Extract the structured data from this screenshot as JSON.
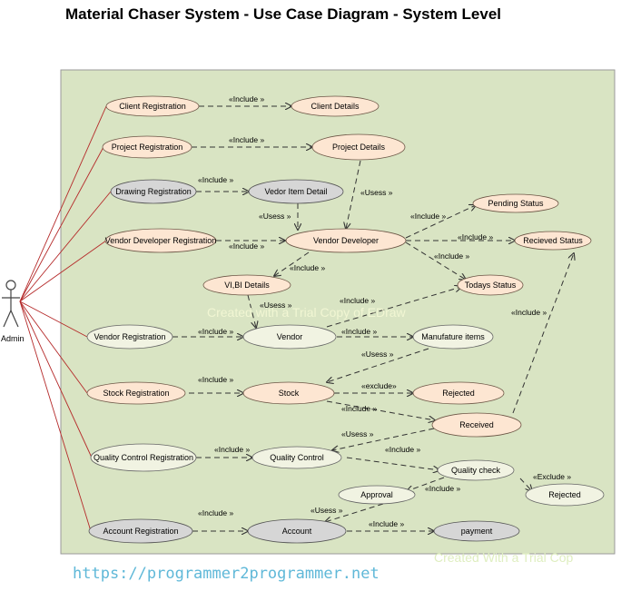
{
  "title": "Material Chaser System - Use Case Diagram - System Level",
  "footer_url": "https://programmer2programmer.net",
  "watermarks": {
    "center": "Created with a Trial Copy of EDraw",
    "bottom": "Created With a Trial Cop"
  },
  "actor": {
    "label": "Admin"
  },
  "use_cases": {
    "client_registration": "Client Registration",
    "client_details": "Client Details",
    "project_registration": "Project Registration",
    "project_details": "Project Details",
    "drawing_registration": "Drawing Registration",
    "vedor_item_detail": "Vedor Item Detail",
    "vendor_developer_registration": "Vendor Developer Registration",
    "vendor_developer": "Vendor Developer",
    "pending_status": "Pending Status",
    "recieved_status": "Recieved Status",
    "todays_status": "Todays Status",
    "vibi_details": "VI,BI Details",
    "vendor_registration": "Vendor Registration",
    "vendor": "Vendor",
    "manufature_items": "Manufature items",
    "stock_registration": "Stock Registration",
    "stock": "Stock",
    "rejected_1": "Rejected",
    "received": "Received",
    "quality_control_registration": "Quality Control Registration",
    "quality_control": "Quality Control",
    "quality_check": "Quality check",
    "approval": "Approval",
    "rejected_2": "Rejected",
    "account_registration": "Account Registration",
    "account": "Account",
    "payment": "payment"
  },
  "relation_labels": {
    "include": "«Include »",
    "usess": "«Usess »",
    "exclude_lower": "«exclude»",
    "exclude_upper": "«Exclude »"
  },
  "colors": {
    "system_fill": "#d9e4c3",
    "peach": "#fde6d2",
    "gray": "#d6d6d6",
    "cream": "#f1f3e2",
    "actor_line": "#b52a2a",
    "url": "#5fb8d8"
  }
}
